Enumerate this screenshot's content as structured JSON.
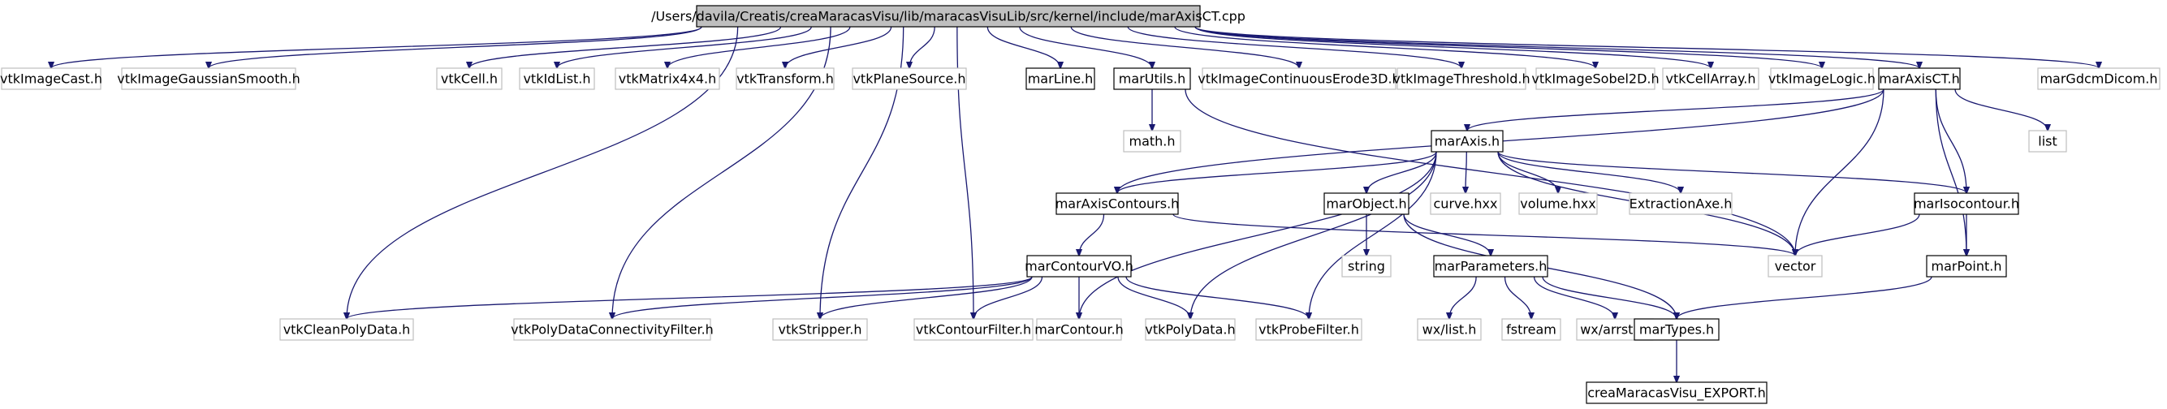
{
  "diagram": {
    "colors": {
      "edge": "#191970",
      "root_fill": "#bfbfbf",
      "documented_border": "#000000",
      "external_border": "#bfbfbf",
      "external_text": "#404040"
    },
    "nodes": [
      {
        "id": "root",
        "label": "/Users/davila/Creatis/creaMaracasVisu/lib/maracasVisuLib/src/kernel/include/marAxisCT.cpp",
        "kind": "root"
      },
      {
        "id": "vtkImageCast",
        "label": "vtkImageCast.h",
        "kind": "external"
      },
      {
        "id": "vtkImageGaussianSmooth",
        "label": "vtkImageGaussianSmooth.h",
        "kind": "external"
      },
      {
        "id": "vtkCell",
        "label": "vtkCell.h",
        "kind": "external"
      },
      {
        "id": "vtkIdList",
        "label": "vtkIdList.h",
        "kind": "external"
      },
      {
        "id": "vtkMatrix4x4",
        "label": "vtkMatrix4x4.h",
        "kind": "external"
      },
      {
        "id": "vtkTransform",
        "label": "vtkTransform.h",
        "kind": "external"
      },
      {
        "id": "vtkPlaneSource",
        "label": "vtkPlaneSource.h",
        "kind": "external"
      },
      {
        "id": "marLine",
        "label": "marLine.h",
        "kind": "documented"
      },
      {
        "id": "marUtils",
        "label": "marUtils.h",
        "kind": "documented"
      },
      {
        "id": "vtkImageContinuousErode3D",
        "label": "vtkImageContinuousErode3D.h",
        "kind": "external"
      },
      {
        "id": "vtkImageThreshold",
        "label": "vtkImageThreshold.h",
        "kind": "external"
      },
      {
        "id": "vtkImageSobel2D",
        "label": "vtkImageSobel2D.h",
        "kind": "external"
      },
      {
        "id": "vtkCellArray",
        "label": "vtkCellArray.h",
        "kind": "external"
      },
      {
        "id": "vtkImageLogic",
        "label": "vtkImageLogic.h",
        "kind": "external"
      },
      {
        "id": "marAxisCT",
        "label": "marAxisCT.h",
        "kind": "documented"
      },
      {
        "id": "marGdcmDicom",
        "label": "marGdcmDicom.h",
        "kind": "external"
      },
      {
        "id": "math",
        "label": "math.h",
        "kind": "external"
      },
      {
        "id": "list",
        "label": "list",
        "kind": "external"
      },
      {
        "id": "marAxis",
        "label": "marAxis.h",
        "kind": "documented"
      },
      {
        "id": "marAxisContours",
        "label": "marAxisContours.h",
        "kind": "documented"
      },
      {
        "id": "marObject",
        "label": "marObject.h",
        "kind": "documented"
      },
      {
        "id": "curve",
        "label": "curve.hxx",
        "kind": "external"
      },
      {
        "id": "volume",
        "label": "volume.hxx",
        "kind": "external"
      },
      {
        "id": "ExtractionAxe",
        "label": "ExtractionAxe.h",
        "kind": "external"
      },
      {
        "id": "marIsocontour",
        "label": "marIsocontour.h",
        "kind": "documented"
      },
      {
        "id": "string",
        "label": "string",
        "kind": "external"
      },
      {
        "id": "vector",
        "label": "vector",
        "kind": "external"
      },
      {
        "id": "marContourVO",
        "label": "marContourVO.h",
        "kind": "documented"
      },
      {
        "id": "marParameters",
        "label": "marParameters.h",
        "kind": "documented"
      },
      {
        "id": "marPoint",
        "label": "marPoint.h",
        "kind": "documented"
      },
      {
        "id": "vtkCleanPolyData",
        "label": "vtkCleanPolyData.h",
        "kind": "external"
      },
      {
        "id": "vtkPolyDataConnectivityFilter",
        "label": "vtkPolyDataConnectivityFilter.h",
        "kind": "external"
      },
      {
        "id": "vtkStripper",
        "label": "vtkStripper.h",
        "kind": "external"
      },
      {
        "id": "vtkContourFilter",
        "label": "vtkContourFilter.h",
        "kind": "external"
      },
      {
        "id": "marContour",
        "label": "marContour.h",
        "kind": "external"
      },
      {
        "id": "vtkPolyData",
        "label": "vtkPolyData.h",
        "kind": "external"
      },
      {
        "id": "vtkProbeFilter",
        "label": "vtkProbeFilter.h",
        "kind": "external"
      },
      {
        "id": "wxlist",
        "label": "wx/list.h",
        "kind": "external"
      },
      {
        "id": "fstream",
        "label": "fstream",
        "kind": "external"
      },
      {
        "id": "wxarrstr",
        "label": "wx/arrstr.h",
        "kind": "external"
      },
      {
        "id": "marTypes",
        "label": "marTypes.h",
        "kind": "documented"
      },
      {
        "id": "creaExport",
        "label": "creaMaracasVisu_EXPORT.h",
        "kind": "documented"
      }
    ],
    "edges": [
      [
        "root",
        "vtkImageCast"
      ],
      [
        "root",
        "vtkImageGaussianSmooth"
      ],
      [
        "root",
        "vtkCell"
      ],
      [
        "root",
        "vtkIdList"
      ],
      [
        "root",
        "vtkMatrix4x4"
      ],
      [
        "root",
        "vtkTransform"
      ],
      [
        "root",
        "vtkPlaneSource"
      ],
      [
        "root",
        "marLine"
      ],
      [
        "root",
        "marUtils"
      ],
      [
        "root",
        "vtkImageContinuousErode3D"
      ],
      [
        "root",
        "vtkImageThreshold"
      ],
      [
        "root",
        "vtkImageSobel2D"
      ],
      [
        "root",
        "vtkCellArray"
      ],
      [
        "root",
        "vtkImageLogic"
      ],
      [
        "root",
        "marAxisCT"
      ],
      [
        "root",
        "marGdcmDicom"
      ],
      [
        "root",
        "vtkCleanPolyData"
      ],
      [
        "root",
        "vtkPolyDataConnectivityFilter"
      ],
      [
        "root",
        "vtkStripper"
      ],
      [
        "root",
        "vtkContourFilter"
      ],
      [
        "marUtils",
        "math"
      ],
      [
        "marUtils",
        "vector"
      ],
      [
        "marAxisCT",
        "list"
      ],
      [
        "marAxisCT",
        "marAxis"
      ],
      [
        "marAxisCT",
        "marAxisContours"
      ],
      [
        "marAxisCT",
        "vector"
      ],
      [
        "marAxisCT",
        "marIsocontour"
      ],
      [
        "marAxisCT",
        "marPoint"
      ],
      [
        "marAxis",
        "marAxisContours"
      ],
      [
        "marAxis",
        "marObject"
      ],
      [
        "marAxis",
        "curve"
      ],
      [
        "marAxis",
        "volume"
      ],
      [
        "marAxis",
        "ExtractionAxe"
      ],
      [
        "marAxis",
        "marIsocontour"
      ],
      [
        "marAxis",
        "vector"
      ],
      [
        "marAxis",
        "marContour"
      ],
      [
        "marAxis",
        "vtkPolyData"
      ],
      [
        "marAxis",
        "vtkProbeFilter"
      ],
      [
        "marAxisContours",
        "marContourVO"
      ],
      [
        "marAxisContours",
        "vector"
      ],
      [
        "marObject",
        "string"
      ],
      [
        "marObject",
        "marParameters"
      ],
      [
        "marObject",
        "marTypes"
      ],
      [
        "marIsocontour",
        "vector"
      ],
      [
        "marIsocontour",
        "marPoint"
      ],
      [
        "marContourVO",
        "vtkCleanPolyData"
      ],
      [
        "marContourVO",
        "vtkPolyDataConnectivityFilter"
      ],
      [
        "marContourVO",
        "vtkStripper"
      ],
      [
        "marContourVO",
        "vtkContourFilter"
      ],
      [
        "marContourVO",
        "marContour"
      ],
      [
        "marContourVO",
        "vtkPolyData"
      ],
      [
        "marContourVO",
        "vtkProbeFilter"
      ],
      [
        "marParameters",
        "wxlist"
      ],
      [
        "marParameters",
        "fstream"
      ],
      [
        "marParameters",
        "wxarrstr"
      ],
      [
        "marParameters",
        "marTypes"
      ],
      [
        "marPoint",
        "marTypes"
      ],
      [
        "marTypes",
        "creaExport"
      ]
    ]
  }
}
